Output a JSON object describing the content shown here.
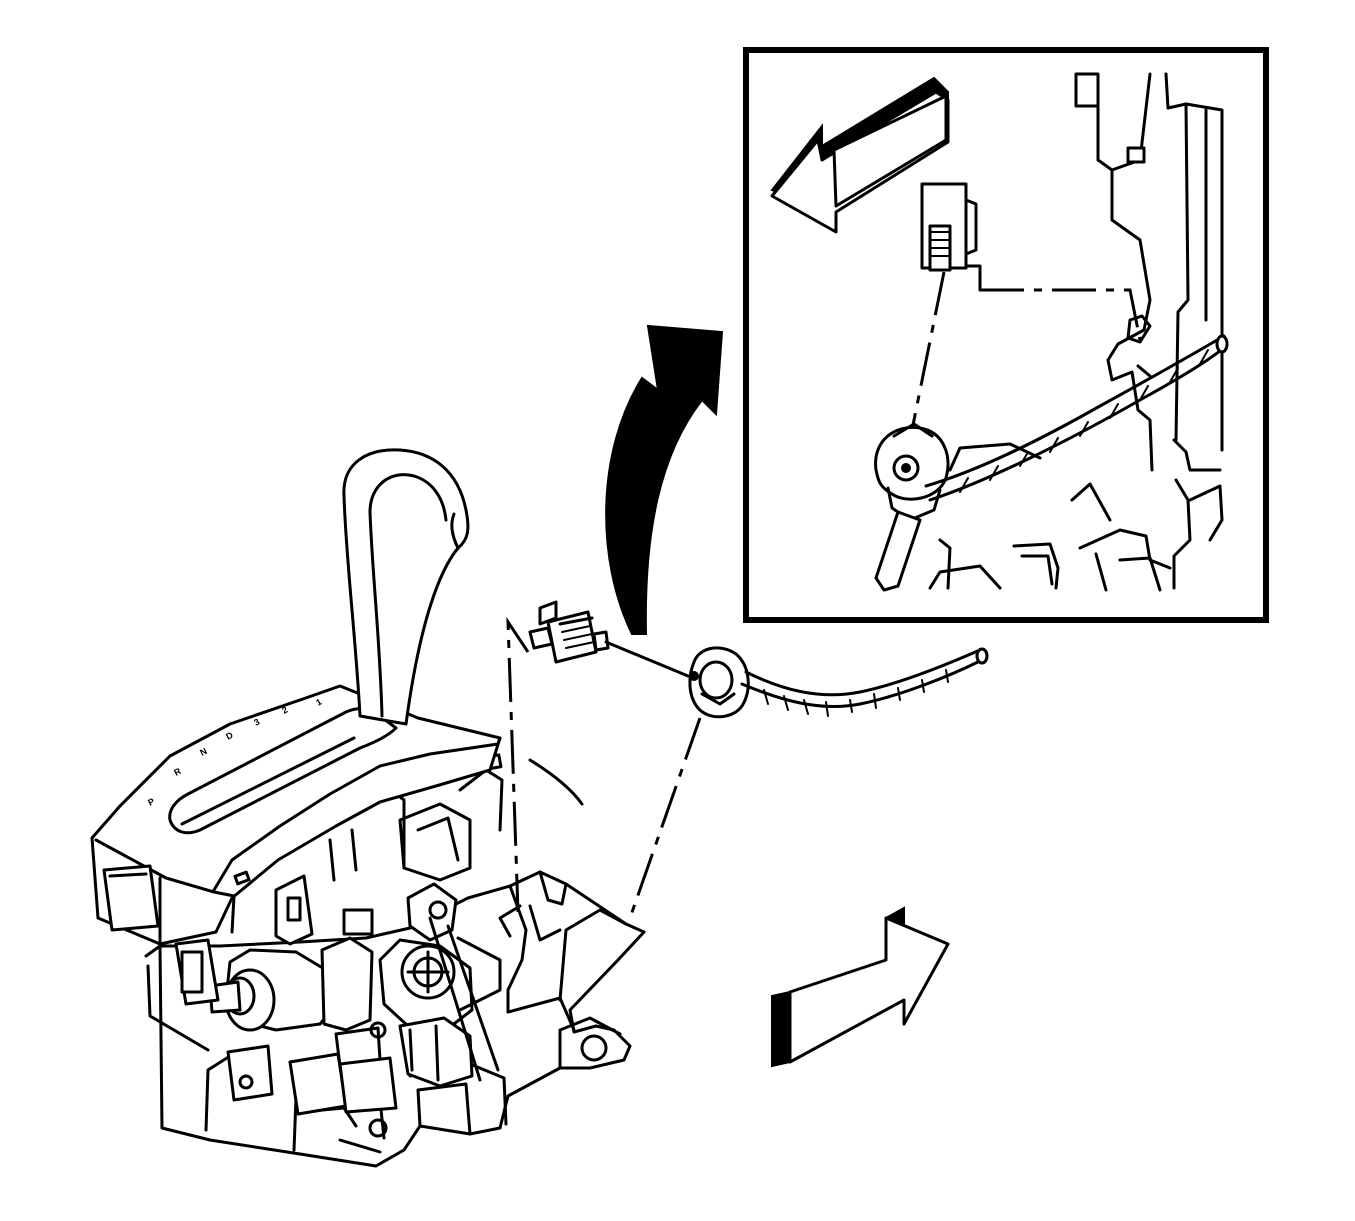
{
  "diagram": {
    "colors": {
      "ink": "#000000",
      "paper": "#ffffff"
    },
    "gear_positions": [
      "P",
      "R",
      "N",
      "D",
      "3",
      "2",
      "1"
    ],
    "icons": {
      "inset_direction_arrow": "block-arrow-left-icon",
      "inset_callout_arrow": "curved-arrow-icon",
      "forward_direction_arrow": "block-arrow-right-icon"
    }
  }
}
